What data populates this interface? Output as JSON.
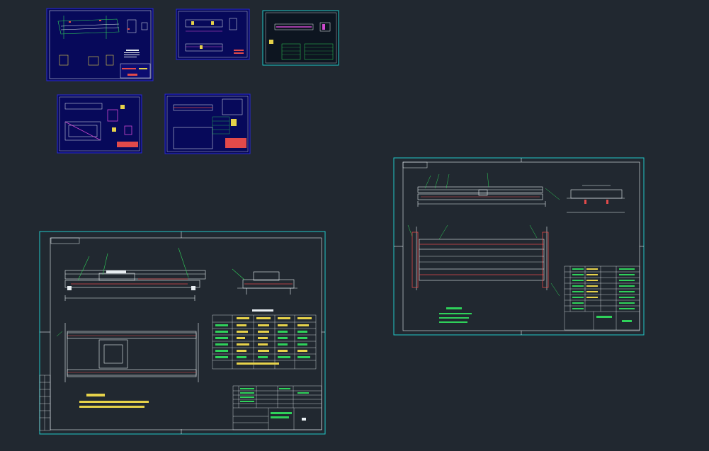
{
  "app": {
    "title": "",
    "background_color": "#212830"
  },
  "colors": {
    "sheet_border_blue": "#1c1ccf",
    "sheet_border_cyan": "#21c9c9",
    "line_white": "#e8eef2",
    "line_cyan": "#38d4e0",
    "line_green": "#2fd15a",
    "line_red": "#e24a4a",
    "line_magenta": "#d24ad2",
    "line_yellow": "#e6d24a"
  },
  "sheets": [
    {
      "id": "sheet-1",
      "type": "thumbnail",
      "border": "blue"
    },
    {
      "id": "sheet-2",
      "type": "thumbnail",
      "border": "blue"
    },
    {
      "id": "sheet-3",
      "type": "thumbnail",
      "border": "cyan"
    },
    {
      "id": "sheet-4",
      "type": "thumbnail",
      "border": "blue"
    },
    {
      "id": "sheet-5",
      "type": "thumbnail",
      "border": "blue"
    },
    {
      "id": "sheet-6",
      "type": "large",
      "border": "cyan"
    },
    {
      "id": "sheet-7",
      "type": "large",
      "border": "cyan"
    }
  ],
  "icons": {
    "sheet_icon": "drawing-sheet-icon"
  }
}
